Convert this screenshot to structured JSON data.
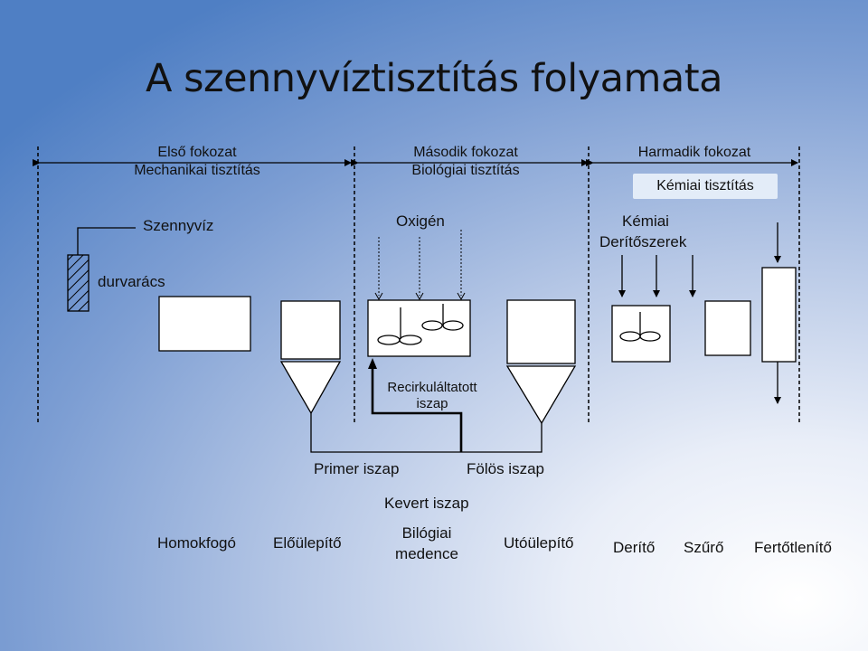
{
  "title": "A szennyvíztisztítás folyamata",
  "stages": [
    {
      "line1": "Első fokozat",
      "line2": "Mechanikai tisztítás"
    },
    {
      "line1": "Második fokozat",
      "line2": "Biológiai tisztítás"
    },
    {
      "line1": "Harmadik fokozat",
      "line2": "Kémiai tisztítás"
    }
  ],
  "inputs": {
    "wastewater": "Szennyvíz",
    "screen": "durvarács",
    "oxygen": "Oxigén",
    "chemicals_line1": "Kémiai",
    "chemicals_line2": "Derítőszerek"
  },
  "recirculated": {
    "line1": "Recirkuláltatott",
    "line2": "iszap"
  },
  "sludge": {
    "primary": "Primer iszap",
    "excess": "Fölös iszap",
    "mixed": "Kevert iszap"
  },
  "units": {
    "grit": "Homokfogó",
    "presettler": "Előülepítő",
    "basin_line1": "Bilógiai",
    "basin_line2": "medence",
    "postsettler": "Utóülepítő",
    "clarifier": "Derítő",
    "filter": "Szűrő",
    "disinfector": "Fertőtlenítő"
  }
}
